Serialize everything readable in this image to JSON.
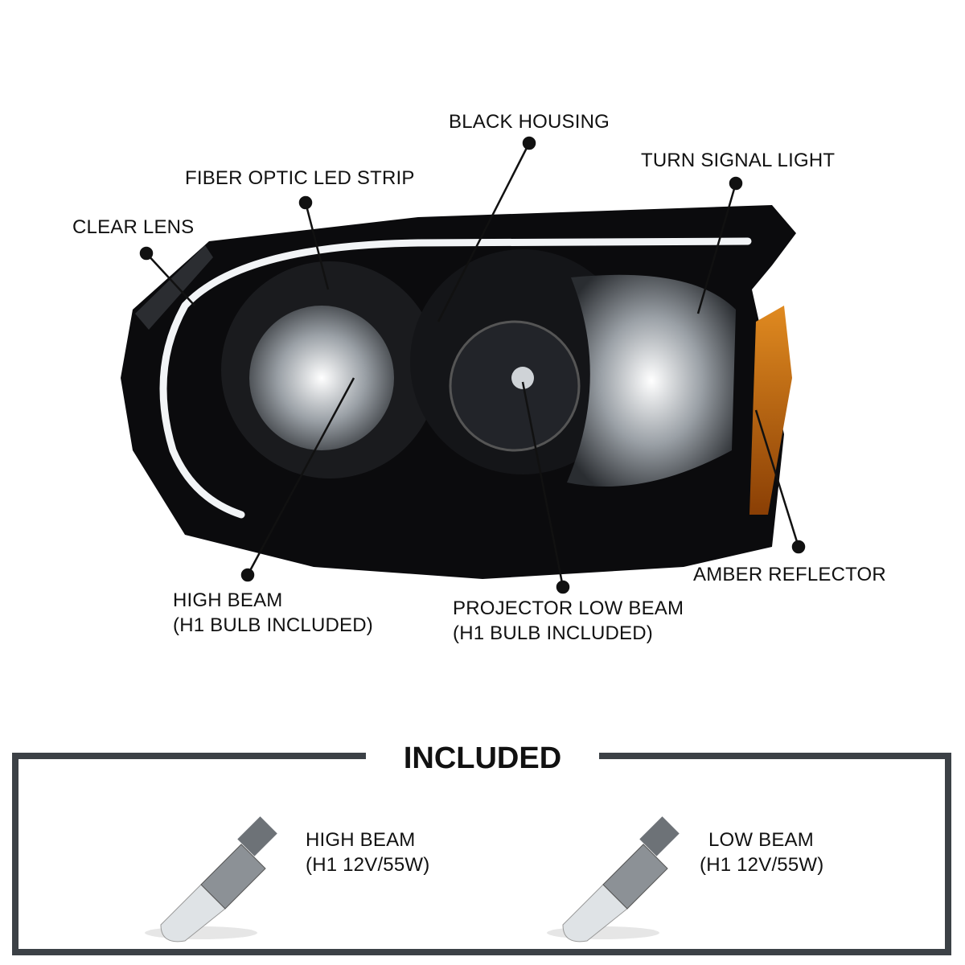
{
  "callouts": {
    "black_housing": "BLACK HOUSING",
    "turn_signal": "TURN SIGNAL LIGHT",
    "fiber_optic": "FIBER OPTIC LED STRIP",
    "clear_lens": "CLEAR LENS",
    "high_beam_1": "HIGH BEAM",
    "high_beam_2": "(H1 BULB INCLUDED)",
    "low_beam_1": "PROJECTOR LOW BEAM",
    "low_beam_2": "(H1 BULB INCLUDED)",
    "amber": "AMBER REFLECTOR"
  },
  "included": {
    "title": "INCLUDED",
    "items": [
      {
        "line1": "HIGH BEAM",
        "line2": "(H1 12V/55W)"
      },
      {
        "line1": "LOW BEAM",
        "line2": "(H1 12V/55W)"
      }
    ]
  },
  "colors": {
    "housing": "#0b0b0d",
    "amber": "#c96a12",
    "border": "#3c4146"
  }
}
